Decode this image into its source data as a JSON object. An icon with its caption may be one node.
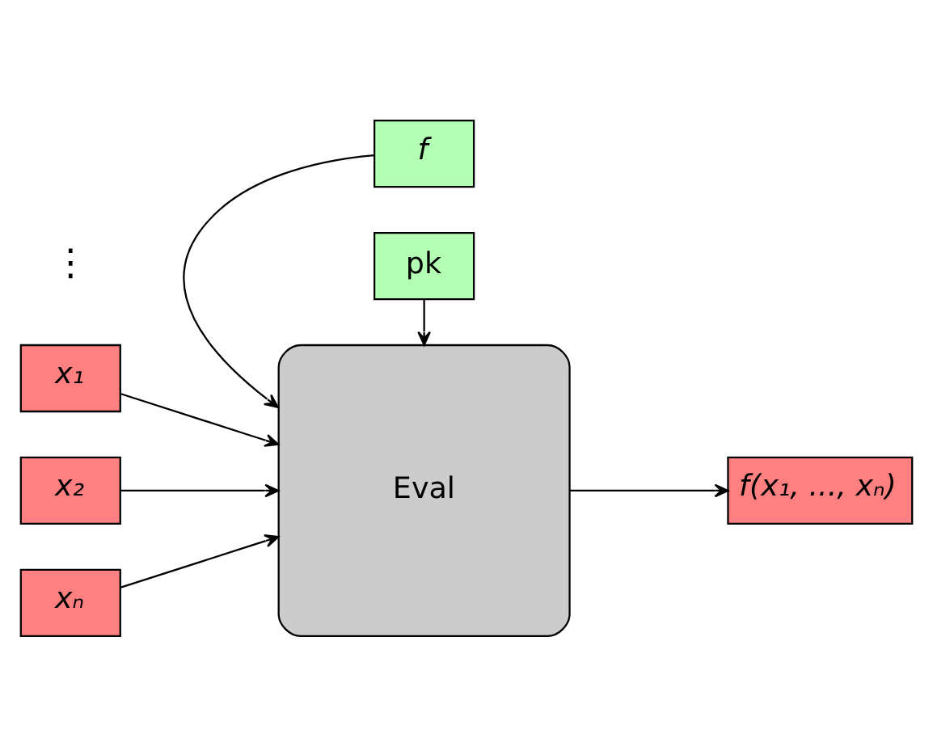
{
  "diagram": {
    "nodes": [
      {
        "text": [
          "f"
        ]
      },
      {
        "text": [
          "x₁"
        ]
      },
      {
        "text": [
          "x₂"
        ]
      },
      {
        "text": [
          "xₙ"
        ]
      },
      {
        "text": [
          "Eval"
        ]
      },
      {
        "text": [
          "f(x₁, ..., xₙ)"
        ]
      },
      {
        "text": [
          "pk"
        ]
      }
    ],
    "edges": [
      {
        "from": 0,
        "to": 4,
        "arrow": "to"
      },
      {
        "from": 1,
        "to": 4,
        "arrow": "to"
      },
      {
        "from": 2,
        "to": 4,
        "arrow": "to"
      },
      {
        "from": 3,
        "to": 4,
        "arrow": "to"
      },
      {
        "from": 4,
        "to": 5,
        "arrow": "to"
      },
      {
        "from": 6,
        "to": 4,
        "arrow": "to"
      }
    ],
    "labels": [
      "⋮"
    ]
  }
}
